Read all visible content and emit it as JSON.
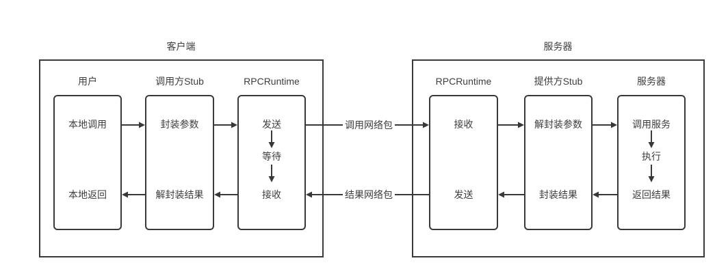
{
  "diagram": {
    "client": {
      "title": "客户端",
      "columns": [
        {
          "header": "用户",
          "nodes": {
            "top": "本地调用",
            "bottom": "本地返回"
          }
        },
        {
          "header": "调用方Stub",
          "nodes": {
            "top": "封装参数",
            "bottom": "解封装结果"
          }
        },
        {
          "header": "RPCRuntime",
          "nodes": {
            "top": "发送",
            "middle": "等待",
            "bottom": "接收"
          }
        }
      ]
    },
    "server": {
      "title": "服务器",
      "columns": [
        {
          "header": "RPCRuntime",
          "nodes": {
            "top": "接收",
            "bottom": "发送"
          }
        },
        {
          "header": "提供方Stub",
          "nodes": {
            "top": "解封装参数",
            "bottom": "封装结果"
          }
        },
        {
          "header": "服务器",
          "nodes": {
            "top": "调用服务",
            "middle": "执行",
            "bottom": "返回结果"
          }
        }
      ]
    },
    "links": {
      "request": "调用网络包",
      "response": "结果网络包"
    },
    "colors": {
      "line": "#383838",
      "text": "#3d3d3d",
      "background": "#ffffff"
    }
  }
}
